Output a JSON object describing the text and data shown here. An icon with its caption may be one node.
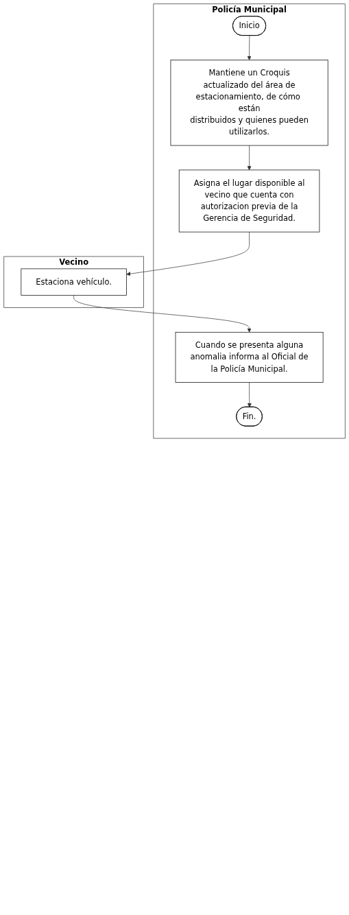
{
  "diagram": {
    "nodes": [
      {
        "text": [
          "Policía Municipal"
        ]
      },
      {
        "text": [
          "Vecino"
        ]
      },
      {
        "text": [
          "Inicio"
        ],
        "in": 0
      },
      {
        "text": [
          "Mantiene un Croquis actualizado del área de estacionamiento, de cómo están distribuidos y quienes pueden utilizarlos."
        ],
        "in": 0
      },
      {
        "text": [
          "Asigna el lugar disponible al vecino que cuenta con autorizacion previa de la Gerencia de Seguridad."
        ],
        "in": 0
      },
      {
        "text": [
          "Estaciona vehículo."
        ],
        "in": 1
      },
      {
        "text": [
          "Cuando se presenta alguna anomalia informa al Oficial de la Policía Municipal."
        ],
        "in": 0
      },
      {
        "text": [
          "Fin."
        ],
        "in": 0
      }
    ],
    "edges": [
      {
        "from": 2,
        "to": 3,
        "arrow": "to"
      },
      {
        "from": 3,
        "to": 4,
        "arrow": "to"
      },
      {
        "from": 4,
        "to": 5,
        "arrow": "to"
      },
      {
        "from": 5,
        "to": 6,
        "arrow": "to"
      },
      {
        "from": 6,
        "to": 7,
        "arrow": "to"
      }
    ]
  }
}
